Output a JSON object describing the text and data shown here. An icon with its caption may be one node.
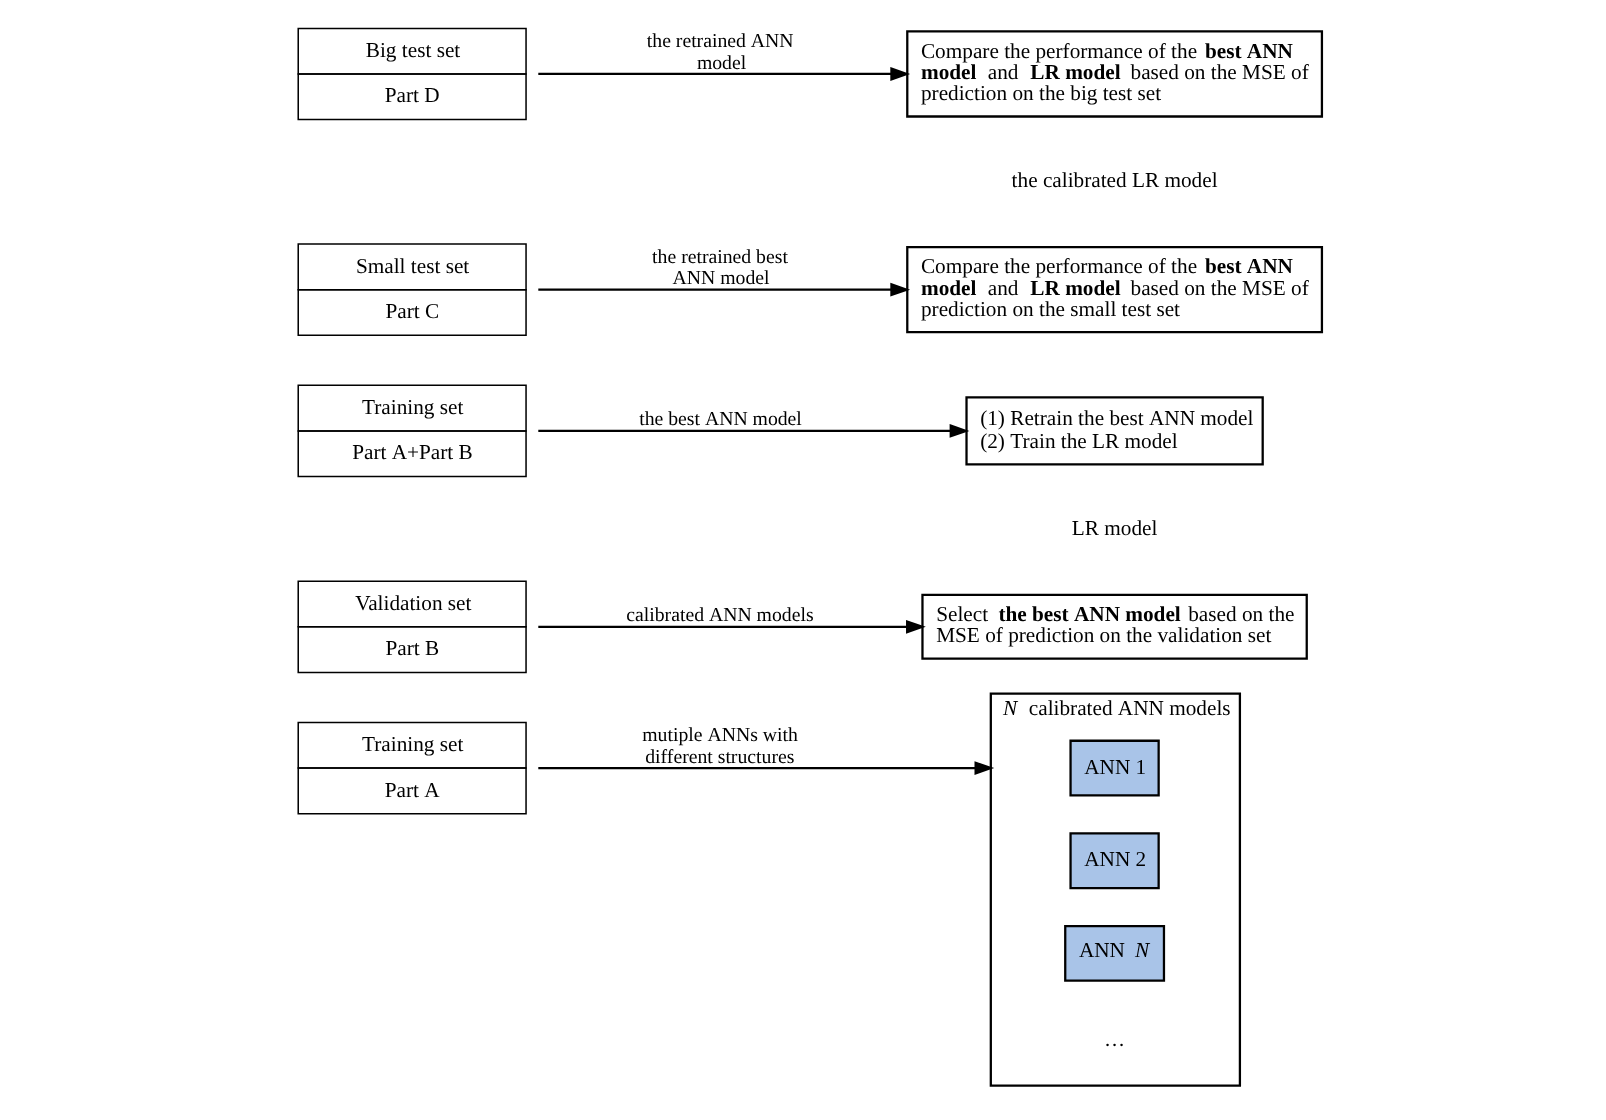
{
  "diagram": {
    "nodes": [
      {
        "text": [
          "Training set",
          "Part A"
        ]
      },
      {
        "text": [
          "*N* calibrated ANN models"
        ]
      },
      {
        "text": [
          "ANN 1"
        ],
        "in": 1
      },
      {
        "text": [
          "ANN 2"
        ],
        "in": 1
      },
      {
        "text": [
          "ANN *N*"
        ],
        "in": 1
      },
      {
        "text": [
          "Validation set",
          "Part B"
        ]
      },
      {
        "text": [
          "Select **the best ANN model** based on the MSE of prediction on the validation set"
        ]
      },
      {
        "text": [
          "Training set",
          "Part A+Part B"
        ]
      },
      {
        "text": [
          "(1) Retrain the best ANN model",
          "(2) Train the LR model"
        ]
      },
      {
        "text": [
          "Small test set",
          "Part C"
        ]
      },
      {
        "text": [
          "Compare the performance of the **best ANN model** and **LR model** based on the MSE of prediction on the small test set"
        ]
      },
      {
        "text": [
          "Big test set",
          "Part D"
        ]
      },
      {
        "text": [
          "Compare the performance of the **best ANN model** and **LR model** based on the MSE of prediction on the big test set"
        ]
      }
    ],
    "edges": [
      {
        "from": 0,
        "to": 1,
        "arrow": "to",
        "label": "mutiple ANNs with different structures"
      },
      {
        "from": 5,
        "to": 6,
        "arrow": "to",
        "label": "calibrated ANN models"
      },
      {
        "from": 7,
        "to": 8,
        "arrow": "to",
        "label": "the best ANN model"
      },
      {
        "from": 9,
        "to": 10,
        "arrow": "to",
        "label": "the retrained best ANN model"
      },
      {
        "from": 11,
        "to": 12,
        "arrow": "to",
        "label": "the retrained ANN model"
      }
    ],
    "labels": [
      "···",
      "LR model",
      "the calibrated LR model"
    ]
  }
}
